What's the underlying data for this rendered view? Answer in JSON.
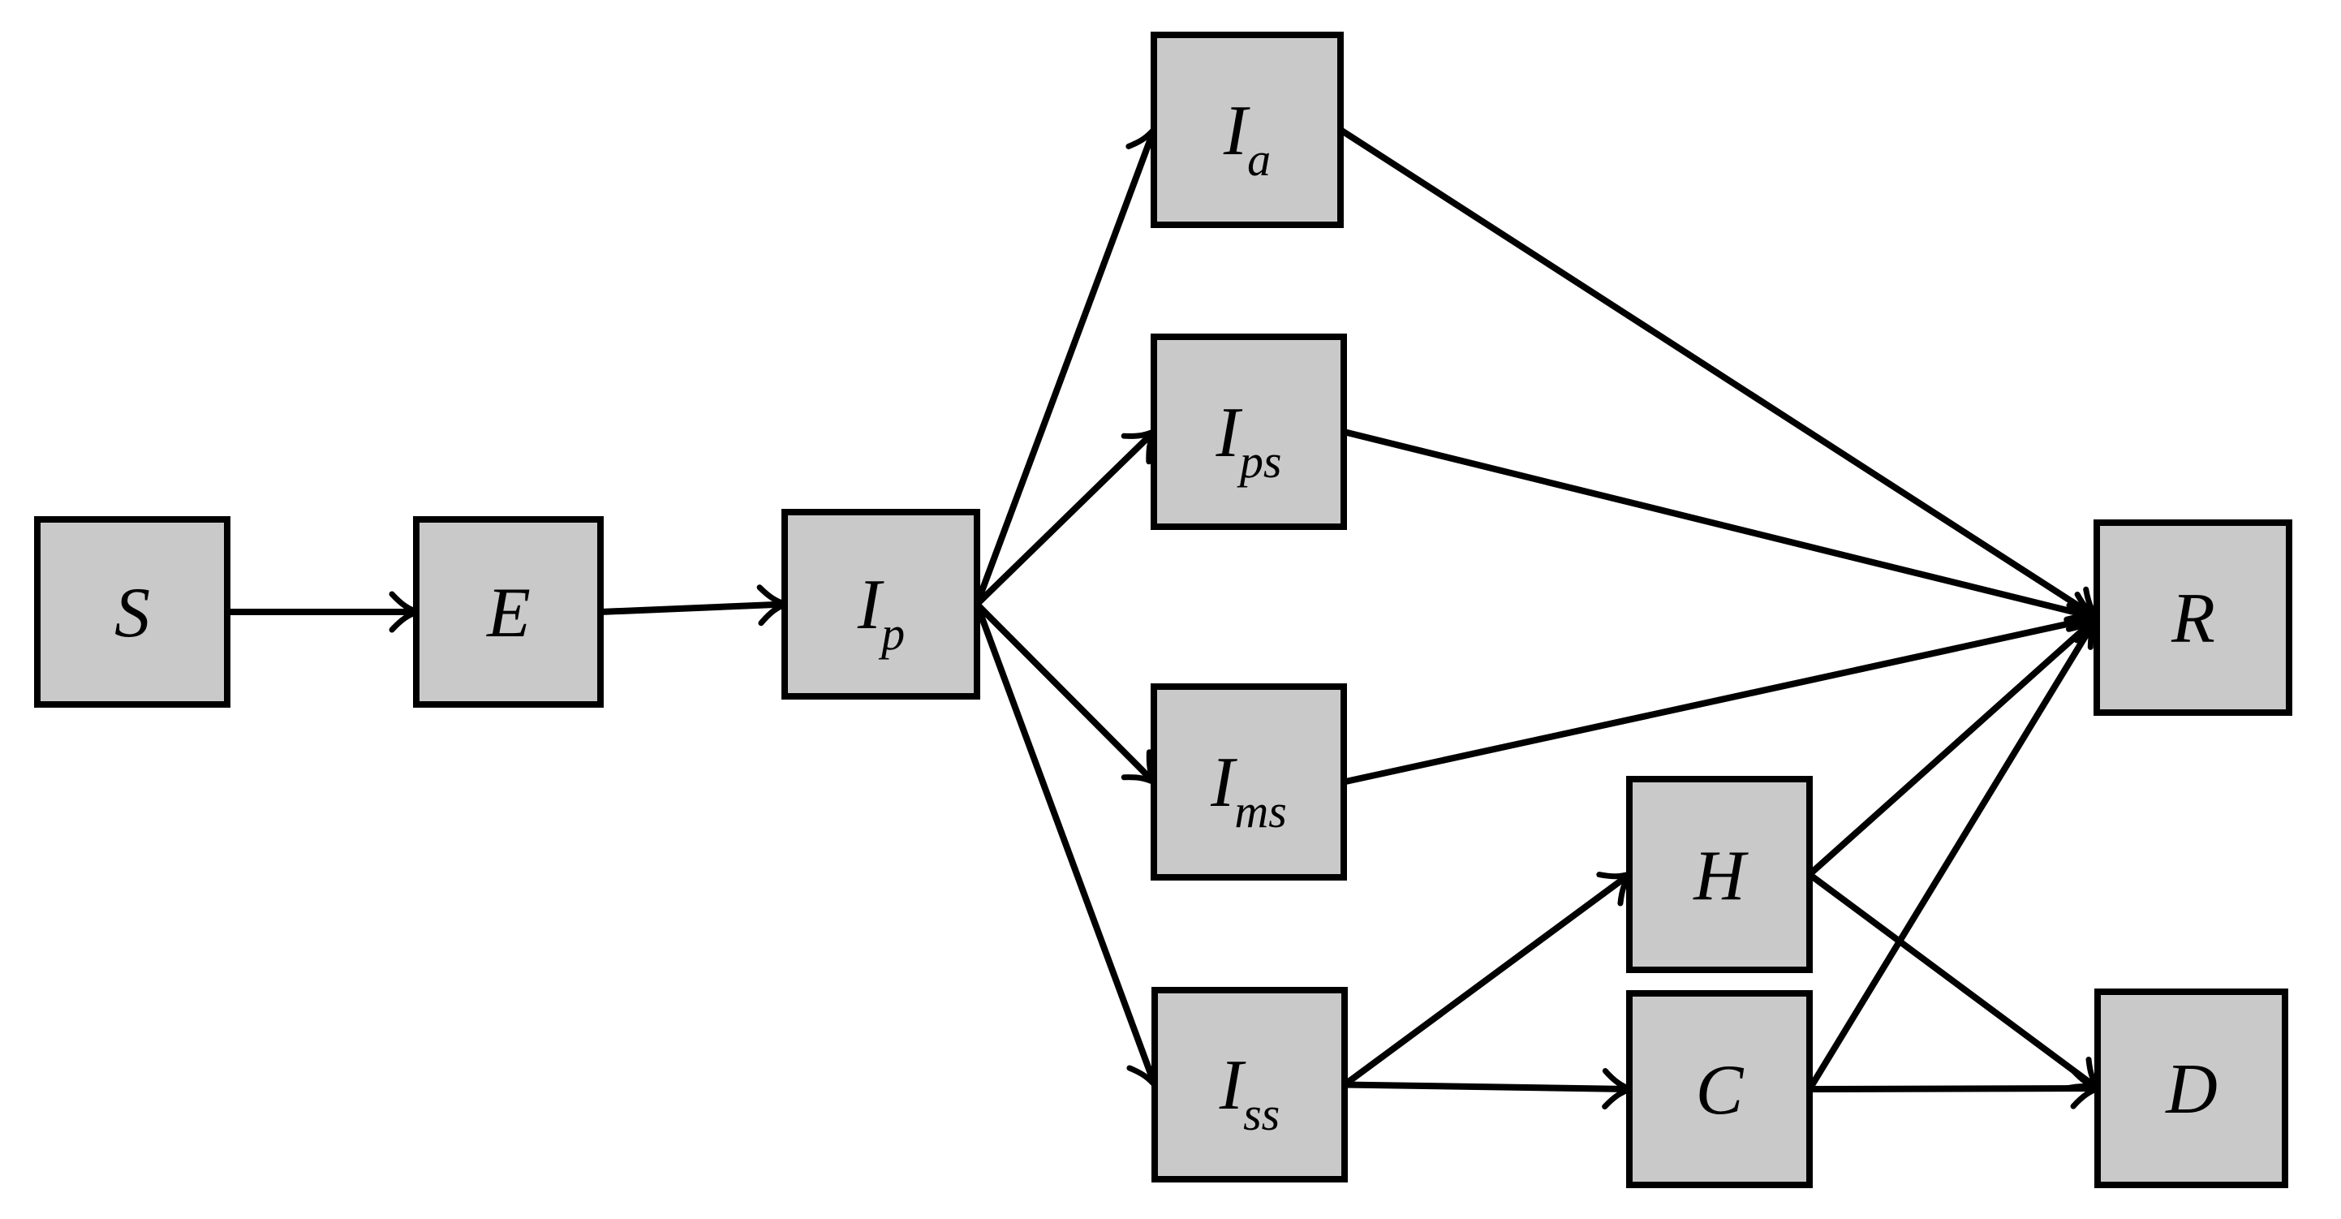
{
  "diagram": {
    "kind": "compartmental-model-flowchart",
    "background_color": "#ffffff",
    "node_fill_color": "#c9c9c9",
    "node_border_color": "#000000",
    "edge_color": "#000000",
    "nodes": {
      "S": {
        "main": "S",
        "sub": ""
      },
      "E": {
        "main": "E",
        "sub": ""
      },
      "Ip": {
        "main": "I",
        "sub": "p"
      },
      "Ia": {
        "main": "I",
        "sub": "a"
      },
      "Ips": {
        "main": "I",
        "sub": "ps"
      },
      "Ims": {
        "main": "I",
        "sub": "ms"
      },
      "Iss": {
        "main": "I",
        "sub": "ss"
      },
      "H": {
        "main": "H",
        "sub": ""
      },
      "C": {
        "main": "C",
        "sub": ""
      },
      "R": {
        "main": "R",
        "sub": ""
      },
      "D": {
        "main": "D",
        "sub": ""
      }
    },
    "edges": [
      {
        "from": "S",
        "to": "E"
      },
      {
        "from": "E",
        "to": "Ip"
      },
      {
        "from": "Ip",
        "to": "Ia"
      },
      {
        "from": "Ip",
        "to": "Ips"
      },
      {
        "from": "Ip",
        "to": "Ims"
      },
      {
        "from": "Ip",
        "to": "Iss"
      },
      {
        "from": "Ia",
        "to": "R"
      },
      {
        "from": "Ips",
        "to": "R"
      },
      {
        "from": "Ims",
        "to": "R"
      },
      {
        "from": "Iss",
        "to": "H"
      },
      {
        "from": "Iss",
        "to": "C"
      },
      {
        "from": "H",
        "to": "R"
      },
      {
        "from": "H",
        "to": "D"
      },
      {
        "from": "C",
        "to": "R"
      },
      {
        "from": "C",
        "to": "D"
      }
    ]
  }
}
